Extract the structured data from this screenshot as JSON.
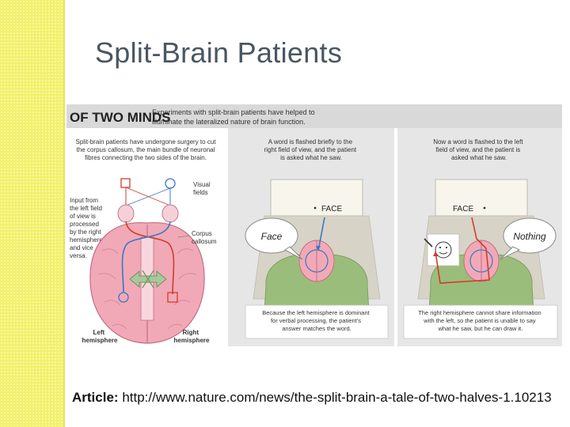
{
  "slide": {
    "title": "Split-Brain Patients",
    "article_label": "Article:",
    "article_url": "http://www.nature.com/news/the-split-brain-a-tale-of-two-halves-1.10213"
  },
  "figure": {
    "heading": "OF TWO MINDS",
    "subheading_1": "Experiments with split-brain patients have helped to",
    "subheading_2": "illuminate the lateralized nature of brain function.",
    "intro_1": "Split-brain patients have undergone surgery to cut",
    "intro_2": "the corpus callosum, the main bundle of neuronal",
    "intro_3": "fibres connecting the two sides of the brain.",
    "input_label": [
      "Input from",
      "the left field",
      "of view is",
      "processed",
      "by the right",
      "hemisphere",
      "and vice",
      "versa."
    ],
    "visual_fields_label": [
      "Visual",
      "fields"
    ],
    "corpus_callosum_label": [
      "Corpus",
      "callosum"
    ],
    "left_hemisphere_label": [
      "Left",
      "hemisphere"
    ],
    "right_hemisphere_label": [
      "Right",
      "hemisphere"
    ],
    "panel2_top": [
      "A word is flashed briefly to the",
      "right field of view, and the patient",
      "is asked what he saw."
    ],
    "panel2_word": "FACE",
    "panel2_bubble": "Face",
    "panel2_bottom": [
      "Because the left hemisphere is dominant",
      "for verbal processing, the patient's",
      "answer matches the word."
    ],
    "panel3_top": [
      "Now a word is flashed to the left",
      "field of view, and the patient is",
      "asked what he saw."
    ],
    "panel3_word": "FACE",
    "panel3_bubble": "Nothing",
    "panel3_bottom": [
      "The right hemisphere cannot share information",
      "with the left, so the patient is unable to say",
      "what he saw, but he can draw it."
    ]
  },
  "colors": {
    "accent_red": "#d23c2c",
    "accent_blue": "#3a78c8",
    "brain_pink": "#f2a9b7",
    "sweater_green": "#9bbd7c",
    "stripe_yellow": "#f3f06a"
  }
}
